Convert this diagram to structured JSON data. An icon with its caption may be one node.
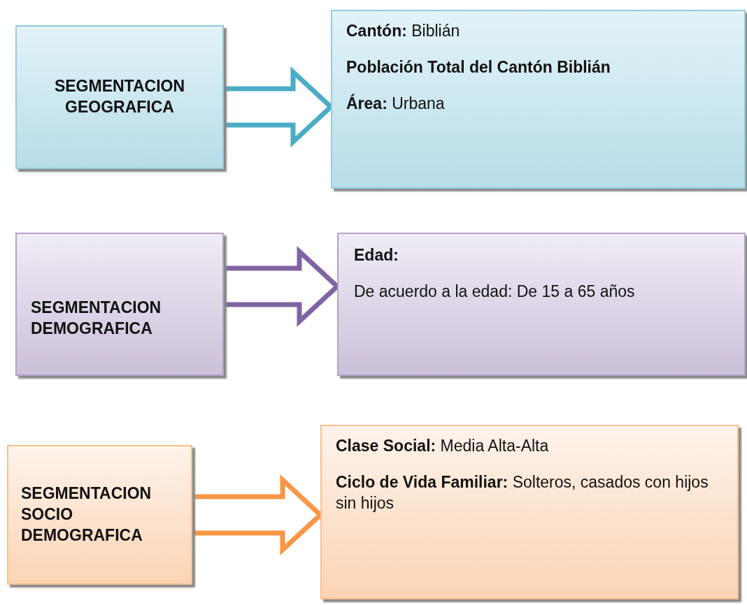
{
  "diagram": {
    "nodes": [
      {
        "text": [
          "SEGMENTACION GEOGRAFICA"
        ]
      },
      {
        "text": [
          "**Cantón:** Biblián",
          "**Población Total del Cantón Biblián**",
          "**Área:** Urbana"
        ]
      },
      {
        "text": [
          "SEGMENTACION DEMOGRAFICA"
        ]
      },
      {
        "text": [
          "**Edad:**",
          "De acuerdo a la edad: De 15 a 65 años"
        ]
      },
      {
        "text": [
          "SEGMENTACION SOCIO DEMOGRAFICA"
        ]
      },
      {
        "text": [
          "**Clase Social:** Media Alta-Alta",
          "**Ciclo de Vida Familiar:** Solteros, casados con hijos sin hijos"
        ]
      }
    ],
    "edges": [
      {
        "from": 0,
        "to": 1,
        "arrow": "to",
        "color": "#4bacc6"
      },
      {
        "from": 2,
        "to": 3,
        "arrow": "to",
        "color": "#8064a2"
      },
      {
        "from": 4,
        "to": 5,
        "arrow": "to",
        "color": "#f79646"
      }
    ]
  }
}
